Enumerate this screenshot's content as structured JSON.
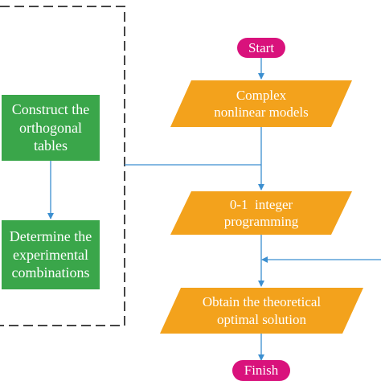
{
  "diagram": {
    "start": "Start",
    "finish": "Finish",
    "process_steps": [
      {
        "line1": "Complex",
        "line2": "nonlinear models"
      },
      {
        "line1": "0-1  integer",
        "line2": "programming"
      },
      {
        "line1": "Obtain the theoretical",
        "line2": "optimal solution"
      }
    ],
    "side_steps": [
      {
        "line1": "Construct the",
        "line2": "orthogonal",
        "line3": "tables"
      },
      {
        "line1": "Determine the",
        "line2": "experimental",
        "line3": "combinations"
      }
    ]
  },
  "colors": {
    "green": "#3aa64a",
    "orange": "#f3a21c",
    "magenta": "#d9127c",
    "arrow": "#3c8fd0",
    "dash": "#444444"
  }
}
